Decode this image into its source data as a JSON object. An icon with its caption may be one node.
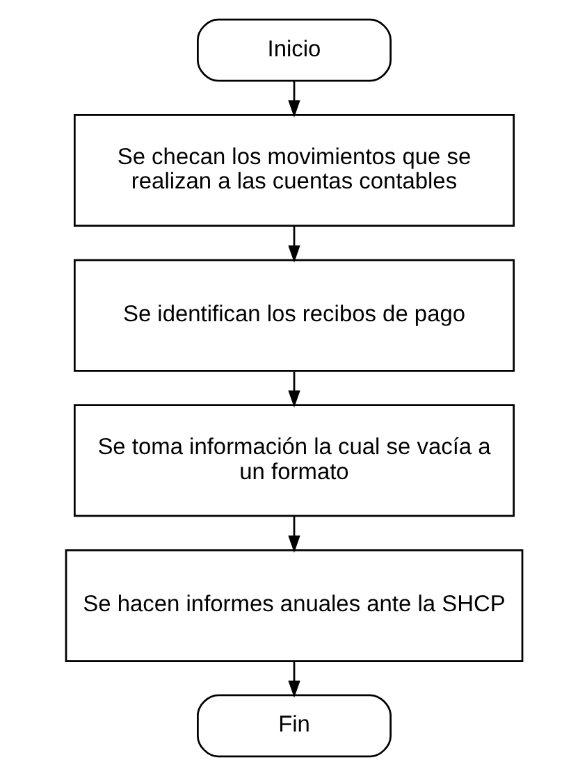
{
  "diagram": {
    "nodes": [
      {
        "text": [
          "Inicio"
        ]
      },
      {
        "text": [
          "Se checan los movimientos que se realizan a las cuentas contables"
        ]
      },
      {
        "text": [
          "Se identifican los recibos de pago"
        ]
      },
      {
        "text": [
          "Se toma información la cual se vacía a un formato"
        ]
      },
      {
        "text": [
          "Se hacen informes anuales ante la SHCP"
        ]
      },
      {
        "text": [
          "Fin"
        ]
      }
    ],
    "edges": [
      {
        "from": 0,
        "to": 1,
        "arrow": "to"
      },
      {
        "from": 1,
        "to": 2,
        "arrow": "to"
      },
      {
        "from": 2,
        "to": 3,
        "arrow": "to"
      },
      {
        "from": 3,
        "to": 4,
        "arrow": "to"
      },
      {
        "from": 4,
        "to": 5,
        "arrow": "to"
      }
    ]
  }
}
